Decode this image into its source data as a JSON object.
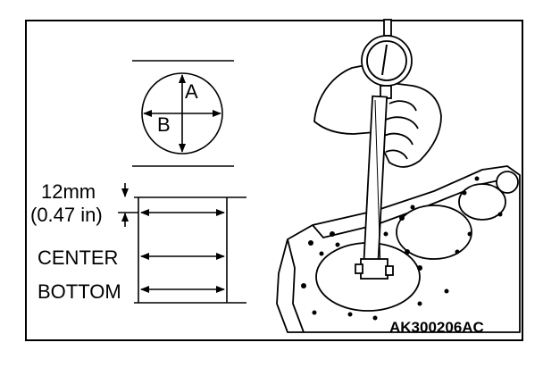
{
  "figure": {
    "circle_label_a": "A",
    "circle_label_b": "B",
    "measure_top": "12mm",
    "measure_top_inches": "(0.47 in)",
    "position_center": "CENTER",
    "position_bottom": "BOTTOM",
    "figure_code": "AK300206AC"
  },
  "icons": {
    "gauge": "cylinder-bore-gauge-icon",
    "hand": "hand-icon",
    "block": "engine-block-icon"
  },
  "colors": {
    "line": "#000000",
    "background": "#ffffff"
  }
}
